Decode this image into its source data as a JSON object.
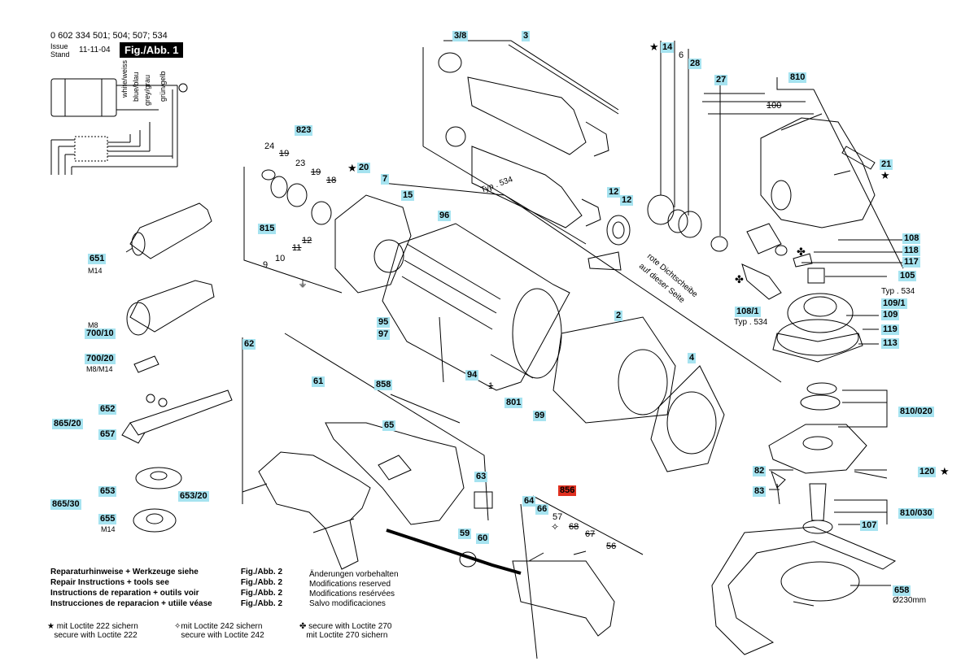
{
  "header": {
    "part_numbers": "0 602 334 501; 504; 507; 534",
    "issue_label": "Issue",
    "stand_label": "Stand",
    "date": "11-11-04",
    "fig_title": "Fig./Abb. 1"
  },
  "wiring": {
    "white": "white/weiss",
    "blue": "blue/blau",
    "grey": "grey/grau",
    "green": "grün/gelb"
  },
  "labels": {
    "p3_8": "3/8",
    "p3": "3",
    "p14": "14",
    "p6": "6",
    "p28": "28",
    "p27": "27",
    "p810": "810",
    "p100": "100",
    "p21": "21",
    "p823": "823",
    "p24": "24",
    "p19a": "19",
    "p23": "23",
    "p19b": "19",
    "p18": "18",
    "p20": "20",
    "p7": "7",
    "p15": "15",
    "p12a": "12",
    "p12b": "12",
    "p96": "96",
    "p815": "815",
    "p12c": "12",
    "p11": "11",
    "p10": "10",
    "p9": "9",
    "p651": "651",
    "p700_10": "700/10",
    "p700_20": "700/20",
    "p108": "108",
    "p118": "118",
    "p117": "117",
    "p105": "105",
    "p108_1": "108/1",
    "p109_1": "109/1",
    "p109": "109",
    "p119": "119",
    "p113": "113",
    "p95": "95",
    "p97": "97",
    "p2": "2",
    "p4": "4",
    "p62": "62",
    "p94": "94",
    "p1": "1",
    "p801": "801",
    "p99": "99",
    "p61": "61",
    "p858": "858",
    "p652": "652",
    "p865_20": "865/20",
    "p657": "657",
    "p65": "65",
    "p810_020": "810/020",
    "p82": "82",
    "p120": "120",
    "p83": "83",
    "p63": "63",
    "p653": "653",
    "p653_20": "653/20",
    "p865_30": "865/30",
    "p655": "655",
    "p856": "856",
    "p64": "64",
    "p66": "66",
    "p57": "57",
    "p68": "68",
    "p67": "67",
    "p56": "56",
    "p810_030": "810/030",
    "p107": "107",
    "p59": "59",
    "p60": "60",
    "p658": "658"
  },
  "small_text": {
    "typ534_a": "Typ . 534",
    "typ534_b": "Typ . 534",
    "typ534_c": "Typ . 534",
    "m14_a": "M14",
    "m8": "M8",
    "m8_m14": "M8/M14",
    "m14_b": "M14",
    "d230": "Ø230mm",
    "seal_line1": "rote Dichtscheibe",
    "seal_line2": "auf dieser Seite"
  },
  "notes": [
    {
      "text": "Reparaturhinweise + Werkzeuge siehe",
      "ref": "Fig./Abb. 2"
    },
    {
      "text": "Repair Instructions + tools see",
      "ref": "Fig./Abb. 2"
    },
    {
      "text": "Instructions de reparation + outils voir",
      "ref": "Fig./Abb. 2"
    },
    {
      "text": "Instrucciones de reparacion + utiile véase",
      "ref": "Fig./Abb. 2"
    }
  ],
  "modifications": [
    "Änderungen vorbehalten",
    "Modifications reserved",
    "Modifications resérvées",
    "Salvo modificaciones"
  ],
  "loctite": {
    "l222_de": "mit Loctite 222 sichern",
    "l222_en": "secure with Loctite 222",
    "l242_de": "mit Loctite 242 sichern",
    "l242_en": "secure with Loctite 242",
    "l270_en": "secure with Loctite 270",
    "l270_de": "mit Loctite 270 sichern"
  },
  "colors": {
    "tag": "#a6e3f0",
    "highlight": "#e03020",
    "line": "#000000"
  }
}
